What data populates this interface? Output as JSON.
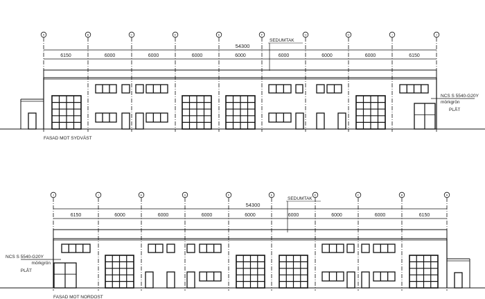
{
  "elevations": [
    {
      "title": "FASAD MOT SYDVÄST",
      "grid_labels": [
        "A",
        "B",
        "C",
        "D",
        "E",
        "F",
        "G",
        "H",
        "I",
        "J"
      ],
      "overall_dimension": "54300",
      "bay_dimensions": [
        "6150",
        "6000",
        "6000",
        "6000",
        "6000",
        "6000",
        "6000",
        "6000",
        "6150"
      ],
      "roof_label": "SEDUMTAK",
      "material_label": [
        "NCS S 5540-G20Y",
        "mörkgrön",
        "PLÅT"
      ]
    },
    {
      "title": "FASAD MOT NORDOST",
      "grid_labels": [
        "J",
        "I",
        "H",
        "G",
        "F",
        "E",
        "D",
        "C",
        "B",
        "A"
      ],
      "overall_dimension": "54300",
      "bay_dimensions": [
        "6150",
        "6000",
        "6000",
        "6000",
        "6000",
        "6000",
        "6000",
        "6000",
        "6150"
      ],
      "roof_label": "SEDUMTAK",
      "material_label": [
        "NCS S 5540-G20Y",
        "mörkgrön",
        "PLÅT"
      ]
    }
  ],
  "colors": {
    "line": "#111111",
    "background": "#ffffff"
  }
}
